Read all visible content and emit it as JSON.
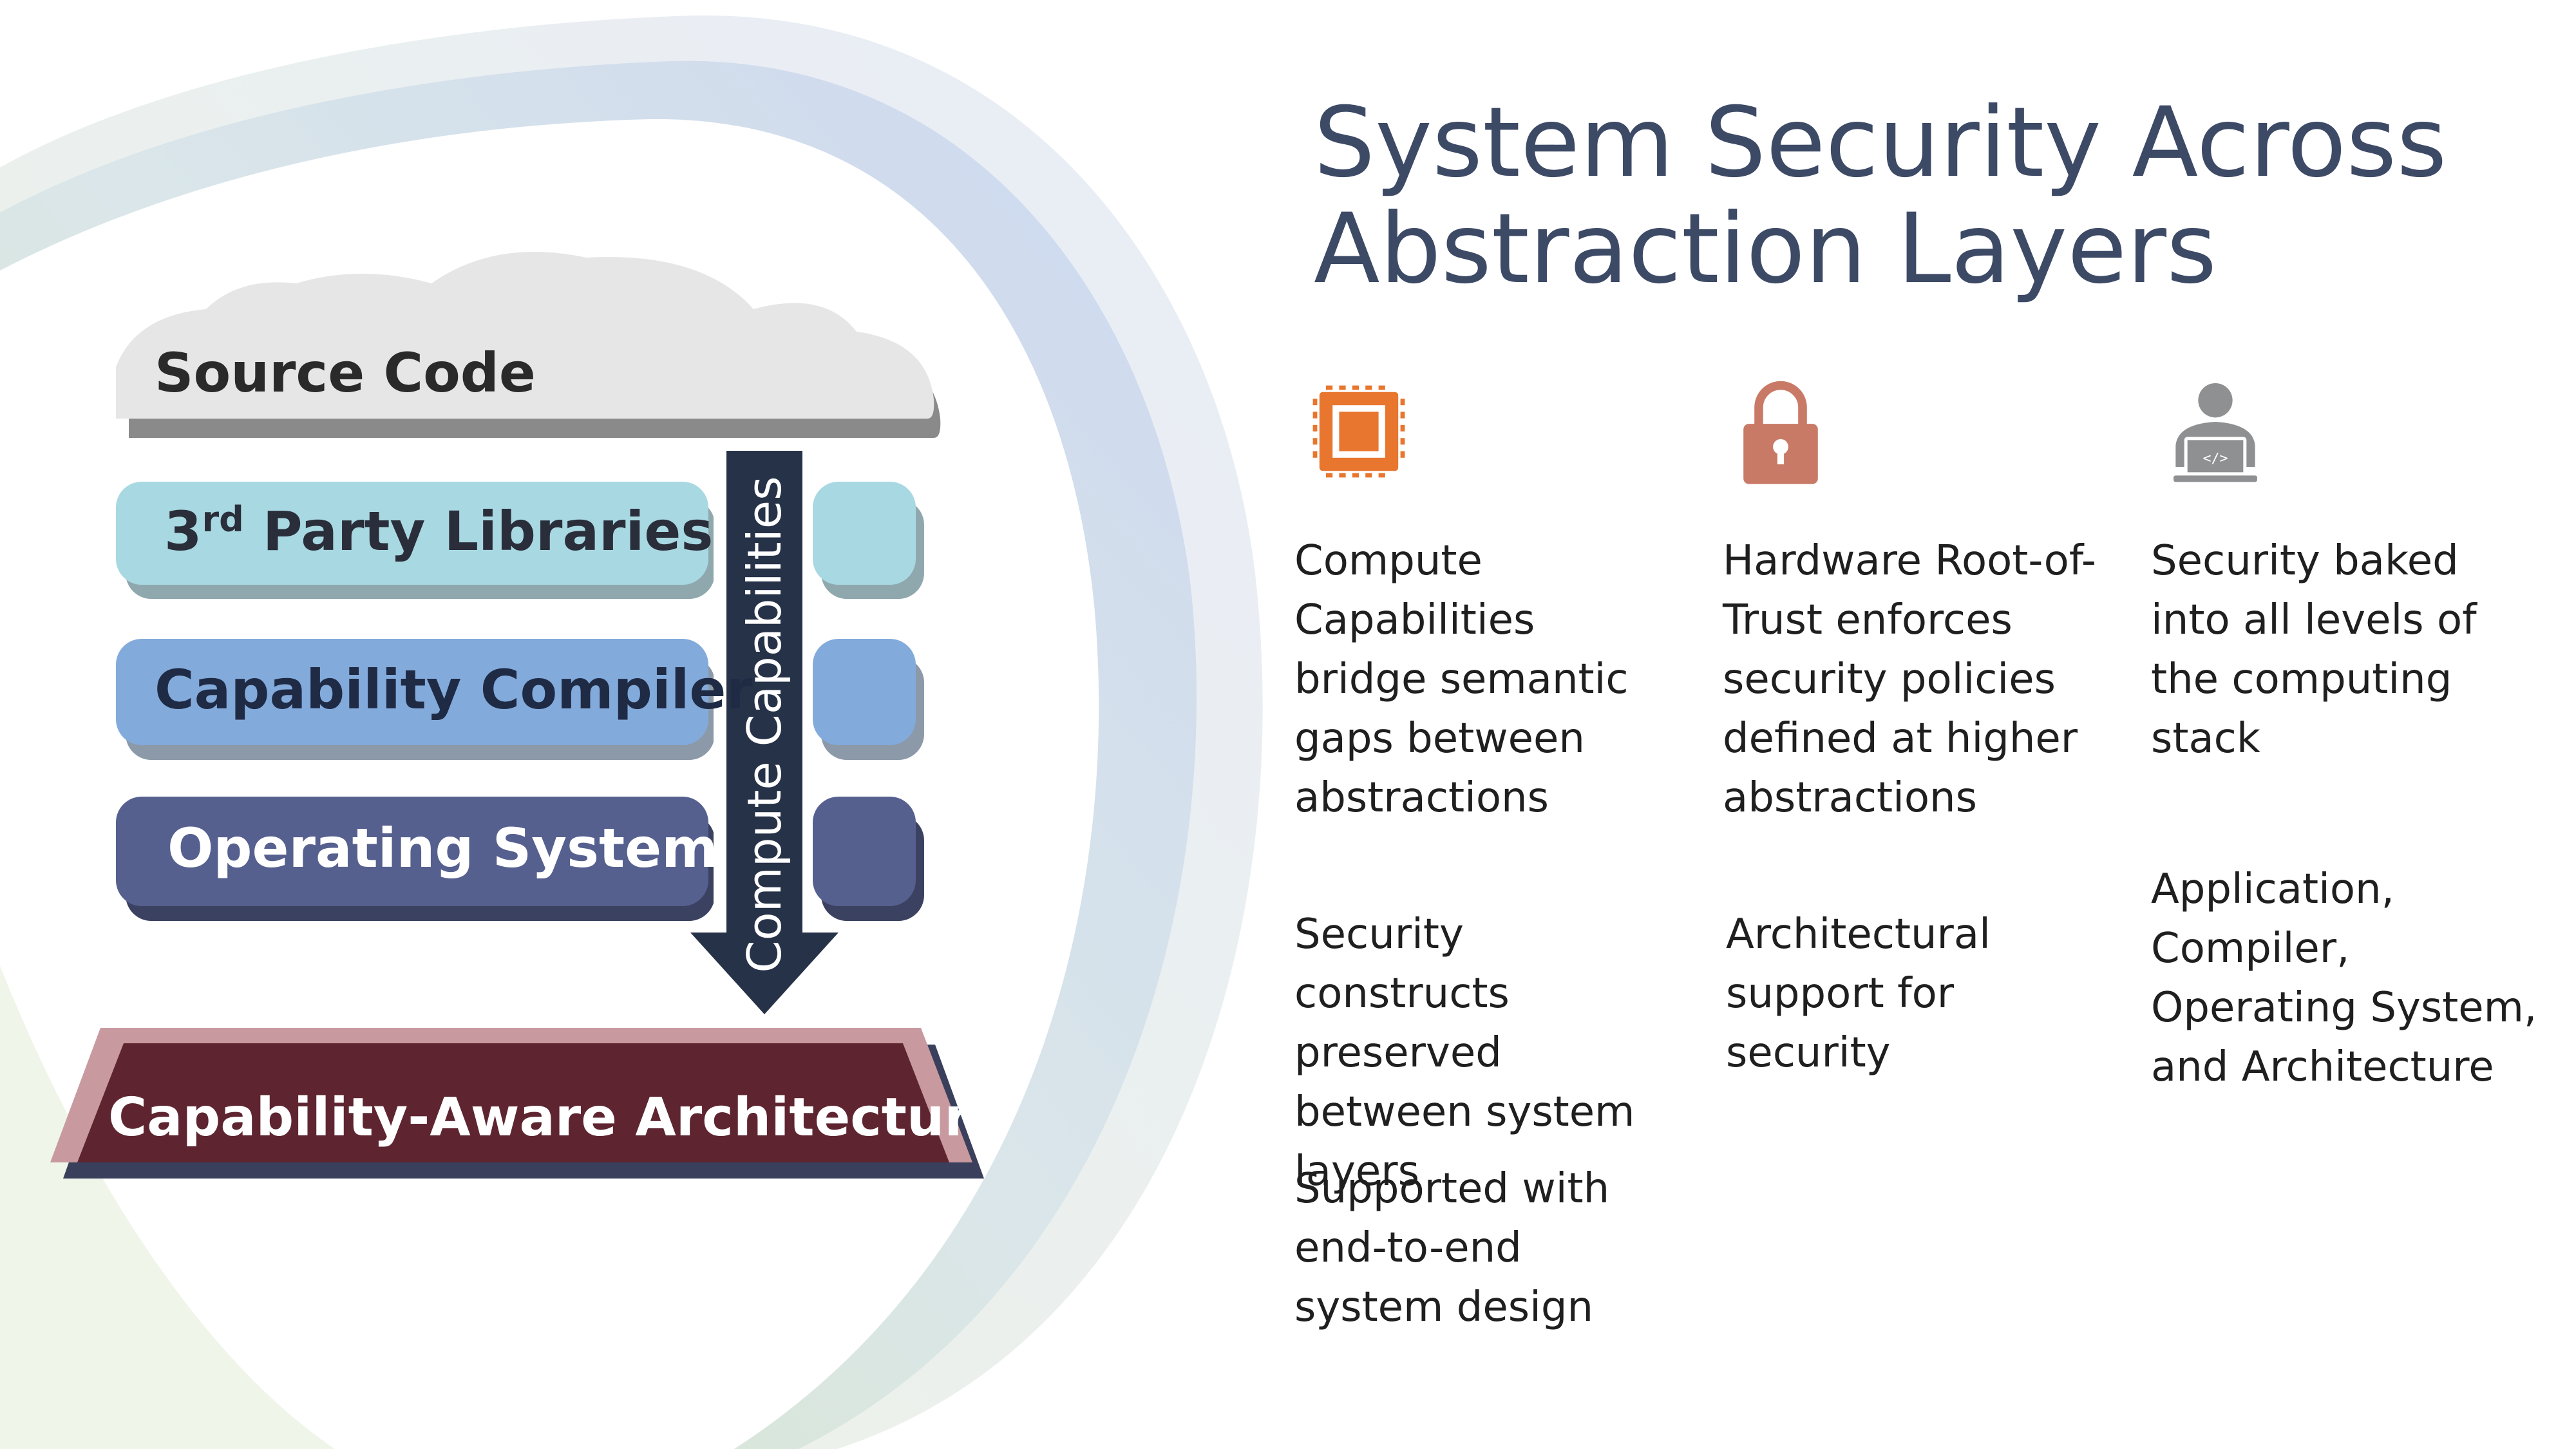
{
  "title": {
    "line1": "System Security Across",
    "line2": "Abstraction Layers"
  },
  "diagram": {
    "source_code": "Source Code",
    "third_party_prefix": "3",
    "third_party_sup": "rd",
    "third_party_rest": " Party Libraries",
    "capability_compiler": "Capability Compiler",
    "operating_system": "Operating System",
    "arrow_label": "Compute Capabilities",
    "architecture": "Capability-Aware Architecture"
  },
  "columns": [
    {
      "icon": "chip-icon",
      "lead": "Compute Capabilities bridge semantic gaps between abstractions",
      "detail1": "Security constructs preserved between system layers",
      "detail2": "Supported with end-to-end system design"
    },
    {
      "icon": "lock-icon",
      "lead": "Hardware Root-of-Trust enforces security policies defined at higher abstractions",
      "detail1": "Architectural support for security"
    },
    {
      "icon": "developer-laptop-icon",
      "lead": "Security baked into all levels of the computing stack",
      "detail1": "Application, Compiler, Operating System, and Architecture"
    }
  ],
  "colors": {
    "title": "#3d4a66",
    "third_party": "#a8d8e2",
    "compiler": "#82aadb",
    "os": "#56608f",
    "arrow": "#263248",
    "architecture": "#5e2530",
    "chip": "#e8762e",
    "lock": "#c97a67",
    "person": "#8e9092"
  }
}
